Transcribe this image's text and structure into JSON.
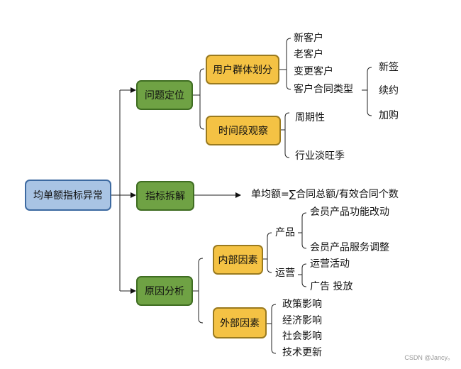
{
  "root": "均单额指标异常",
  "level1": {
    "question": "问题定位",
    "metric": "指标拆解",
    "cause": "原因分析"
  },
  "level2": {
    "user_group": "用户群体划分",
    "time_period": "时间段观察",
    "internal": "内部因素",
    "external": "外部因素"
  },
  "user_group_items": [
    "新客户",
    "老客户",
    "变更客户",
    "客户合同类型"
  ],
  "contract_types": [
    "新签",
    "续约",
    "加购"
  ],
  "time_items": [
    "周期性",
    "行业淡旺季"
  ],
  "formula": "单均额=∑合同总额/有效合同个数",
  "internal_groups": {
    "product": "产品",
    "operation": "运营"
  },
  "product_items": [
    "会员产品功能改动",
    "会员产品服务调整"
  ],
  "operation_items": [
    "运营活动",
    "广告 投放"
  ],
  "external_items": [
    "政策影响",
    "经济影响",
    "社会影响",
    "技术更新"
  ],
  "watermark": "CSDN @Jancy。",
  "colors": {
    "root_fill": "#a9c4e4",
    "level1_fill": "#6fa244",
    "level2_fill": "#f4c244"
  }
}
